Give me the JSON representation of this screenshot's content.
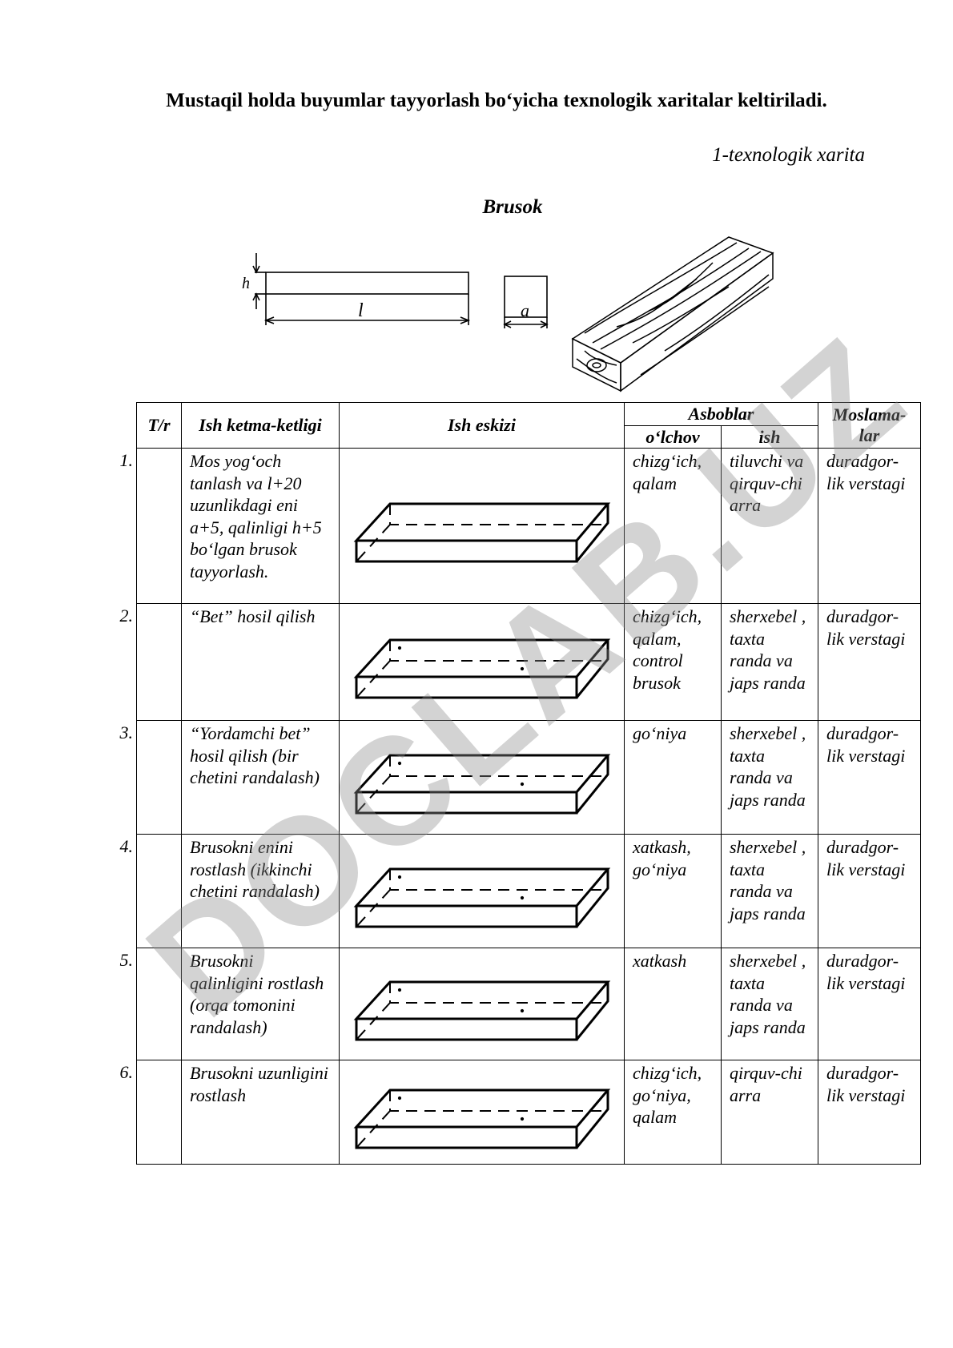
{
  "heading": "Mustaqil holda buyumlar tayyorlash bo‘yicha texnologik xaritalar keltiriladi.",
  "map_number": "1-texnologik xarita",
  "title": "Brusok",
  "figure": {
    "label_h": "h",
    "label_l": "l",
    "label_a": "a"
  },
  "table": {
    "headers": {
      "tr": "T/r",
      "sequence": "Ish ketma-ketligi",
      "sketch": "Ish eskizi",
      "tools": "Asboblar",
      "measure": "o‘lchov",
      "work": "ish",
      "fixtures_line1": "Moslama-",
      "fixtures_line2": "lar"
    },
    "rows": [
      {
        "num": "1.",
        "sequence": "Mos yog‘och tanlash va l+20 uzunlikdagi eni a+5, qalinligi h+5 bo‘lgan brusok tayyorlash.",
        "measure": "chizg‘ich, qalam",
        "work": "tiluvchi va qirquv-chi arra",
        "fixture": "duradgor-lik verstagi"
      },
      {
        "num": "2.",
        "sequence": "“Bet” hosil qilish",
        "measure": "chizg‘ich, qalam, control brusok",
        "work": "sherxebel , taxta randa va japs randa",
        "fixture": "duradgor-lik verstagi"
      },
      {
        "num": "3.",
        "sequence": "“Yordamchi bet” hosil qilish (bir chetini randalash)",
        "measure": "go‘niya",
        "work": "sherxebel , taxta randa va japs randa",
        "fixture": "duradgor-lik verstagi"
      },
      {
        "num": "4.",
        "sequence": "Brusokni enini rostlash (ikkinchi chetini randalash)",
        "measure": "xatkash, go‘niya",
        "work": "sherxebel , taxta randa va japs randa",
        "fixture": "duradgor-lik verstagi"
      },
      {
        "num": "5.",
        "sequence": "Brusokni qalinligini rostlash (orqa tomonini randalash)",
        "measure": "xatkash",
        "work": "sherxebel , taxta randa va japs randa",
        "fixture": "duradgor-lik verstagi"
      },
      {
        "num": "6.",
        "sequence": "Brusokni uzunligini rostlash",
        "measure": "chizg‘ich, go‘niya, qalam",
        "work": "qirquv-chi arra",
        "fixture": "duradgor-lik verstagi"
      }
    ]
  },
  "watermark": "DOCLAB.UZ"
}
